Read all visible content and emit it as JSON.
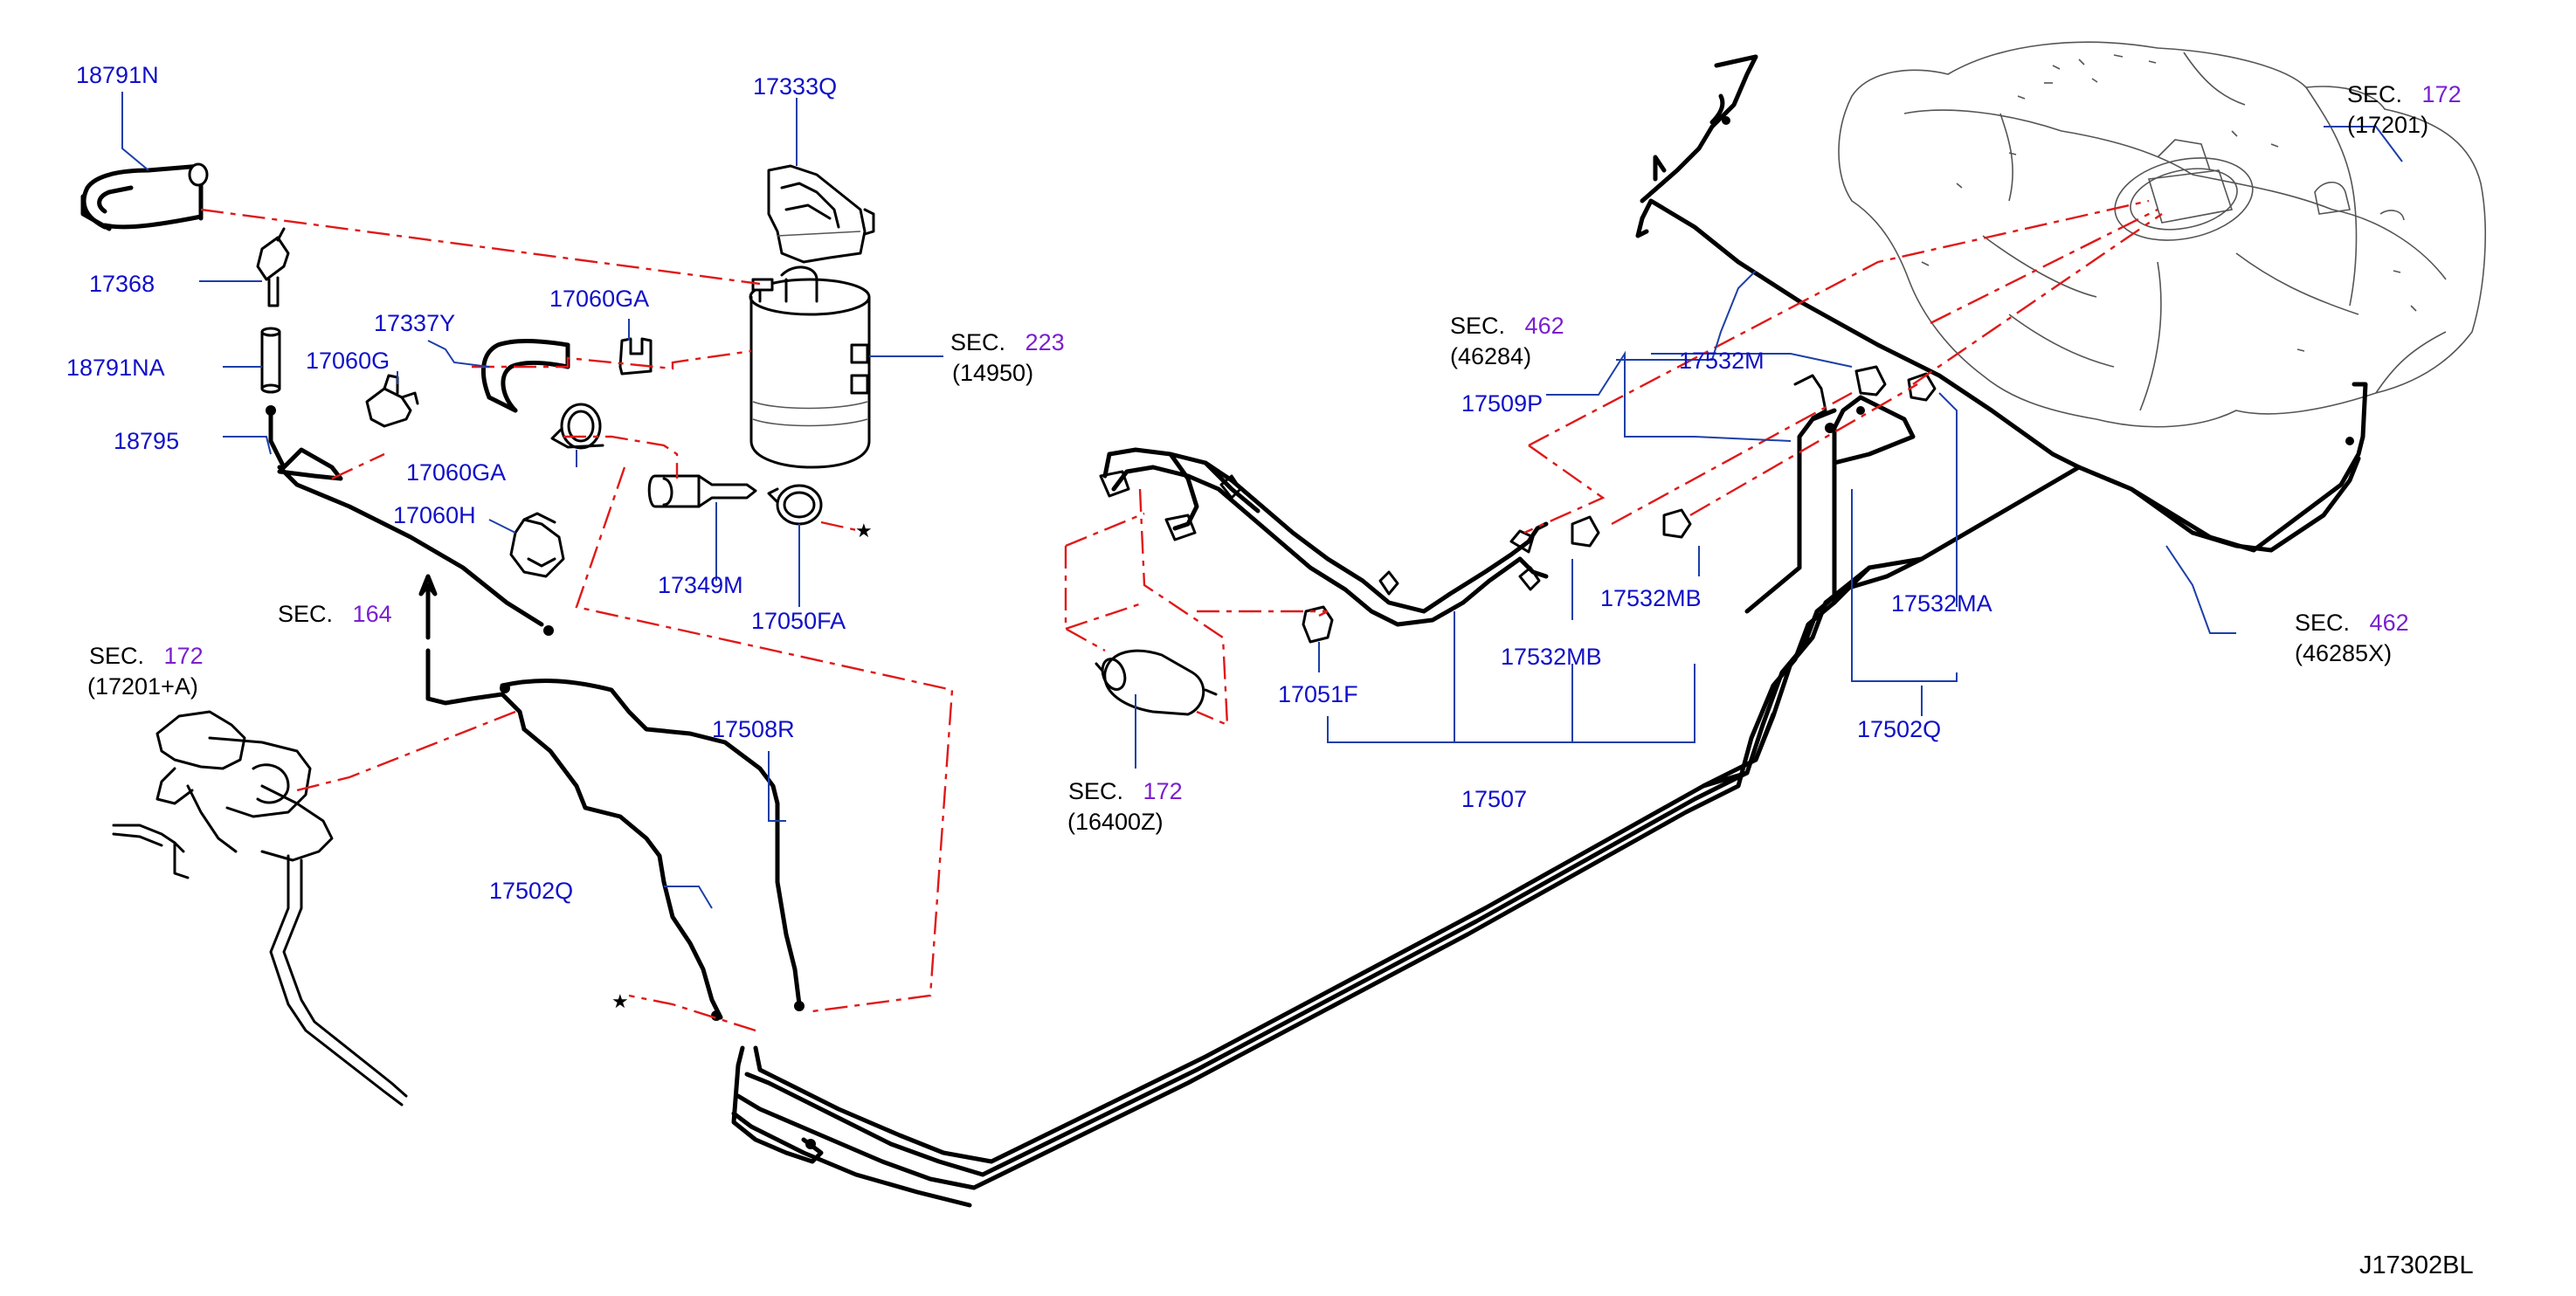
{
  "diagram": {
    "drawing_code": "J17302BL",
    "part_labels": [
      {
        "id": "p18791N",
        "text": "18791N"
      },
      {
        "id": "p17368",
        "text": "17368"
      },
      {
        "id": "p18791NA",
        "text": "18791NA"
      },
      {
        "id": "p18795",
        "text": "18795"
      },
      {
        "id": "p17333Q",
        "text": "17333Q"
      },
      {
        "id": "p17337Y",
        "text": "17337Y"
      },
      {
        "id": "p17060GA_top",
        "text": "17060GA"
      },
      {
        "id": "p17060G",
        "text": "17060G"
      },
      {
        "id": "p17060GA_bot",
        "text": "17060GA"
      },
      {
        "id": "p17060H",
        "text": "17060H"
      },
      {
        "id": "p17349M",
        "text": "17349M"
      },
      {
        "id": "p17050FA",
        "text": "17050FA"
      },
      {
        "id": "p17508R",
        "text": "17508R"
      },
      {
        "id": "p17502Q_left",
        "text": "17502Q"
      },
      {
        "id": "p17532M",
        "text": "17532M"
      },
      {
        "id": "p17509P",
        "text": "17509P"
      },
      {
        "id": "p17532MB_right",
        "text": "17532MB"
      },
      {
        "id": "p17532MB_mid",
        "text": "17532MB"
      },
      {
        "id": "p17051F",
        "text": "17051F"
      },
      {
        "id": "p17507",
        "text": "17507"
      },
      {
        "id": "p17532MA",
        "text": "17532MA"
      },
      {
        "id": "p17502Q_right",
        "text": "17502Q"
      }
    ],
    "section_refs": {
      "sec_label": "SEC.",
      "s223": {
        "num": "223",
        "ref": "(14950)"
      },
      "s164": {
        "num": "164"
      },
      "s172_a": {
        "num": "172",
        "ref": "(17201+A)"
      },
      "s172_filter": {
        "num": "172",
        "ref": "(16400Z)"
      },
      "s462_top": {
        "num": "462",
        "ref": "(46284)"
      },
      "s172_tank": {
        "num": "172",
        "ref": "(17201)"
      },
      "s462_bot": {
        "num": "462",
        "ref": "(46285X)"
      }
    },
    "star_symbol": "★",
    "colors": {
      "part_number": "#1010c8",
      "section_number": "#7a1fd0",
      "dash_chain": "#e01818",
      "linework": "#000000"
    }
  }
}
